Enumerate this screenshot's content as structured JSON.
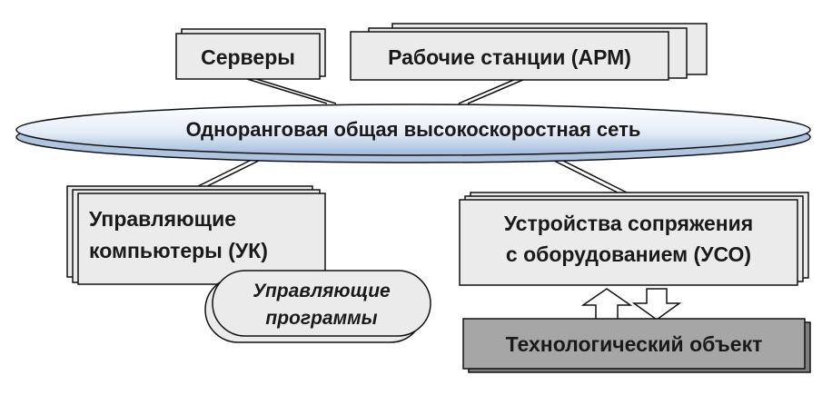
{
  "diagram": {
    "network": {
      "label": "Одноранговая общая высокоскоростная сеть"
    },
    "servers": {
      "label": "Серверы"
    },
    "workstations": {
      "label": "Рабочие станции (АРМ)"
    },
    "control_computers": {
      "line1": "Управляющие",
      "line2": "компьютеры (УК)"
    },
    "control_programs": {
      "line1": "Управляющие",
      "line2": "программы"
    },
    "interface_devices": {
      "line1": "Устройства сопряжения",
      "line2": "с оборудованием (УСО)"
    },
    "tech_object": {
      "label": "Технологический объект"
    },
    "colors": {
      "box_fill": "#ebebeb",
      "box_stroke": "#111111",
      "network_fill_light": "#f4f8fd",
      "network_fill_dark": "#b7cde6",
      "tech_object_fill": "#a6a6a6",
      "arrow_fill": "#ffffff"
    }
  }
}
